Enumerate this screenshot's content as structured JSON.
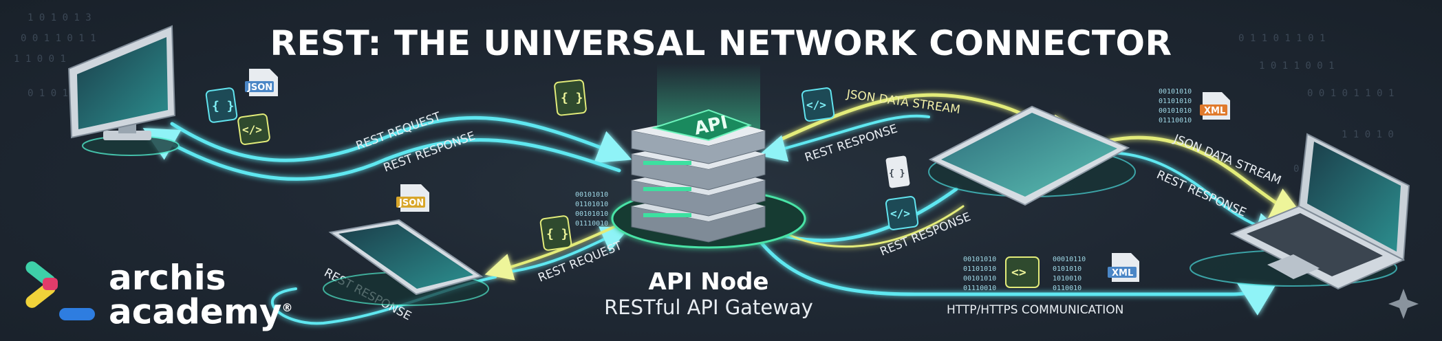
{
  "title": "REST: THE UNIVERSAL NETWORK CONNECTOR",
  "api_node": {
    "icon_label": "API",
    "title": "API Node",
    "subtitle": "RESTful API Gateway"
  },
  "labels": {
    "desktop_request": "REST REQUEST",
    "desktop_response": "REST RESPONSE",
    "phone_response": "REST RESPONSE",
    "phone_request": "REST REQUEST",
    "tablet_stream": "JSON DATA STREAM",
    "tablet_response_top": "REST RESPONSE",
    "tablet_response_bottom": "REST RESPONSE",
    "laptop_stream": "JSON DATA STREAM",
    "laptop_response": "REST RESPONSE",
    "http": "HTTP/HTTPS COMMUNICATION"
  },
  "badges": {
    "json": "JSON",
    "xml": "XML",
    "braces": "{ }",
    "tag": "</>",
    "angle": "<>"
  },
  "binary_block": {
    "lines": [
      "00101010",
      "01101010",
      "00101010",
      "01110010"
    ],
    "lines_right": [
      "00010110",
      "0101010",
      "1010010",
      "0110010"
    ]
  },
  "brand": {
    "line1": "archis",
    "line2": "academy",
    "mark": "®"
  },
  "colors": {
    "background": "#1f2833",
    "link_cyan": "#5ee7f0",
    "link_yellow": "#e3ec7a",
    "screen_teal": "#2a7f86",
    "json_badge": "#4a86c6",
    "xml_badge": "#e07a2c"
  }
}
